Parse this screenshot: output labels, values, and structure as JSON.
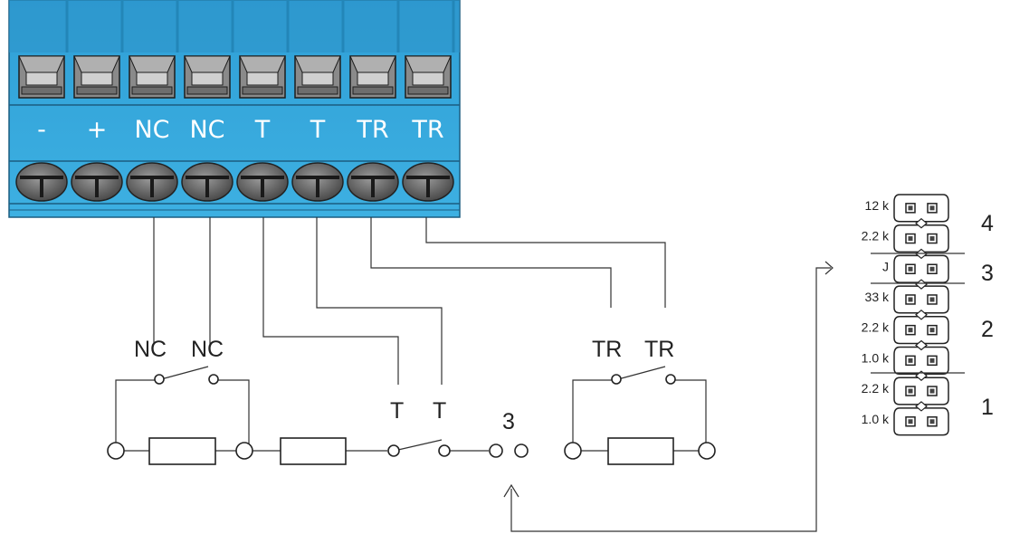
{
  "colors": {
    "block_body": "#3aa9dc",
    "block_dark": "#1e6f99",
    "screw": "#6b6b6b",
    "wire": "#333333"
  },
  "terminal_block": {
    "labels": [
      "-",
      "+",
      "NC",
      "NC",
      "T",
      "T",
      "TR",
      "TR"
    ]
  },
  "circuit": {
    "labels": {
      "nc1": "NC",
      "nc2": "NC",
      "t1": "T",
      "t2": "T",
      "tr1": "TR",
      "tr2": "TR",
      "jumper_ref": "3"
    }
  },
  "jumper_panel": {
    "row_labels": [
      "12 k",
      "2.2 k",
      "J",
      "33 k",
      "2.2 k",
      "1.0 k",
      "2.2 k",
      "1.0 k"
    ],
    "group_labels": [
      "4",
      "3",
      "2",
      "1"
    ]
  }
}
